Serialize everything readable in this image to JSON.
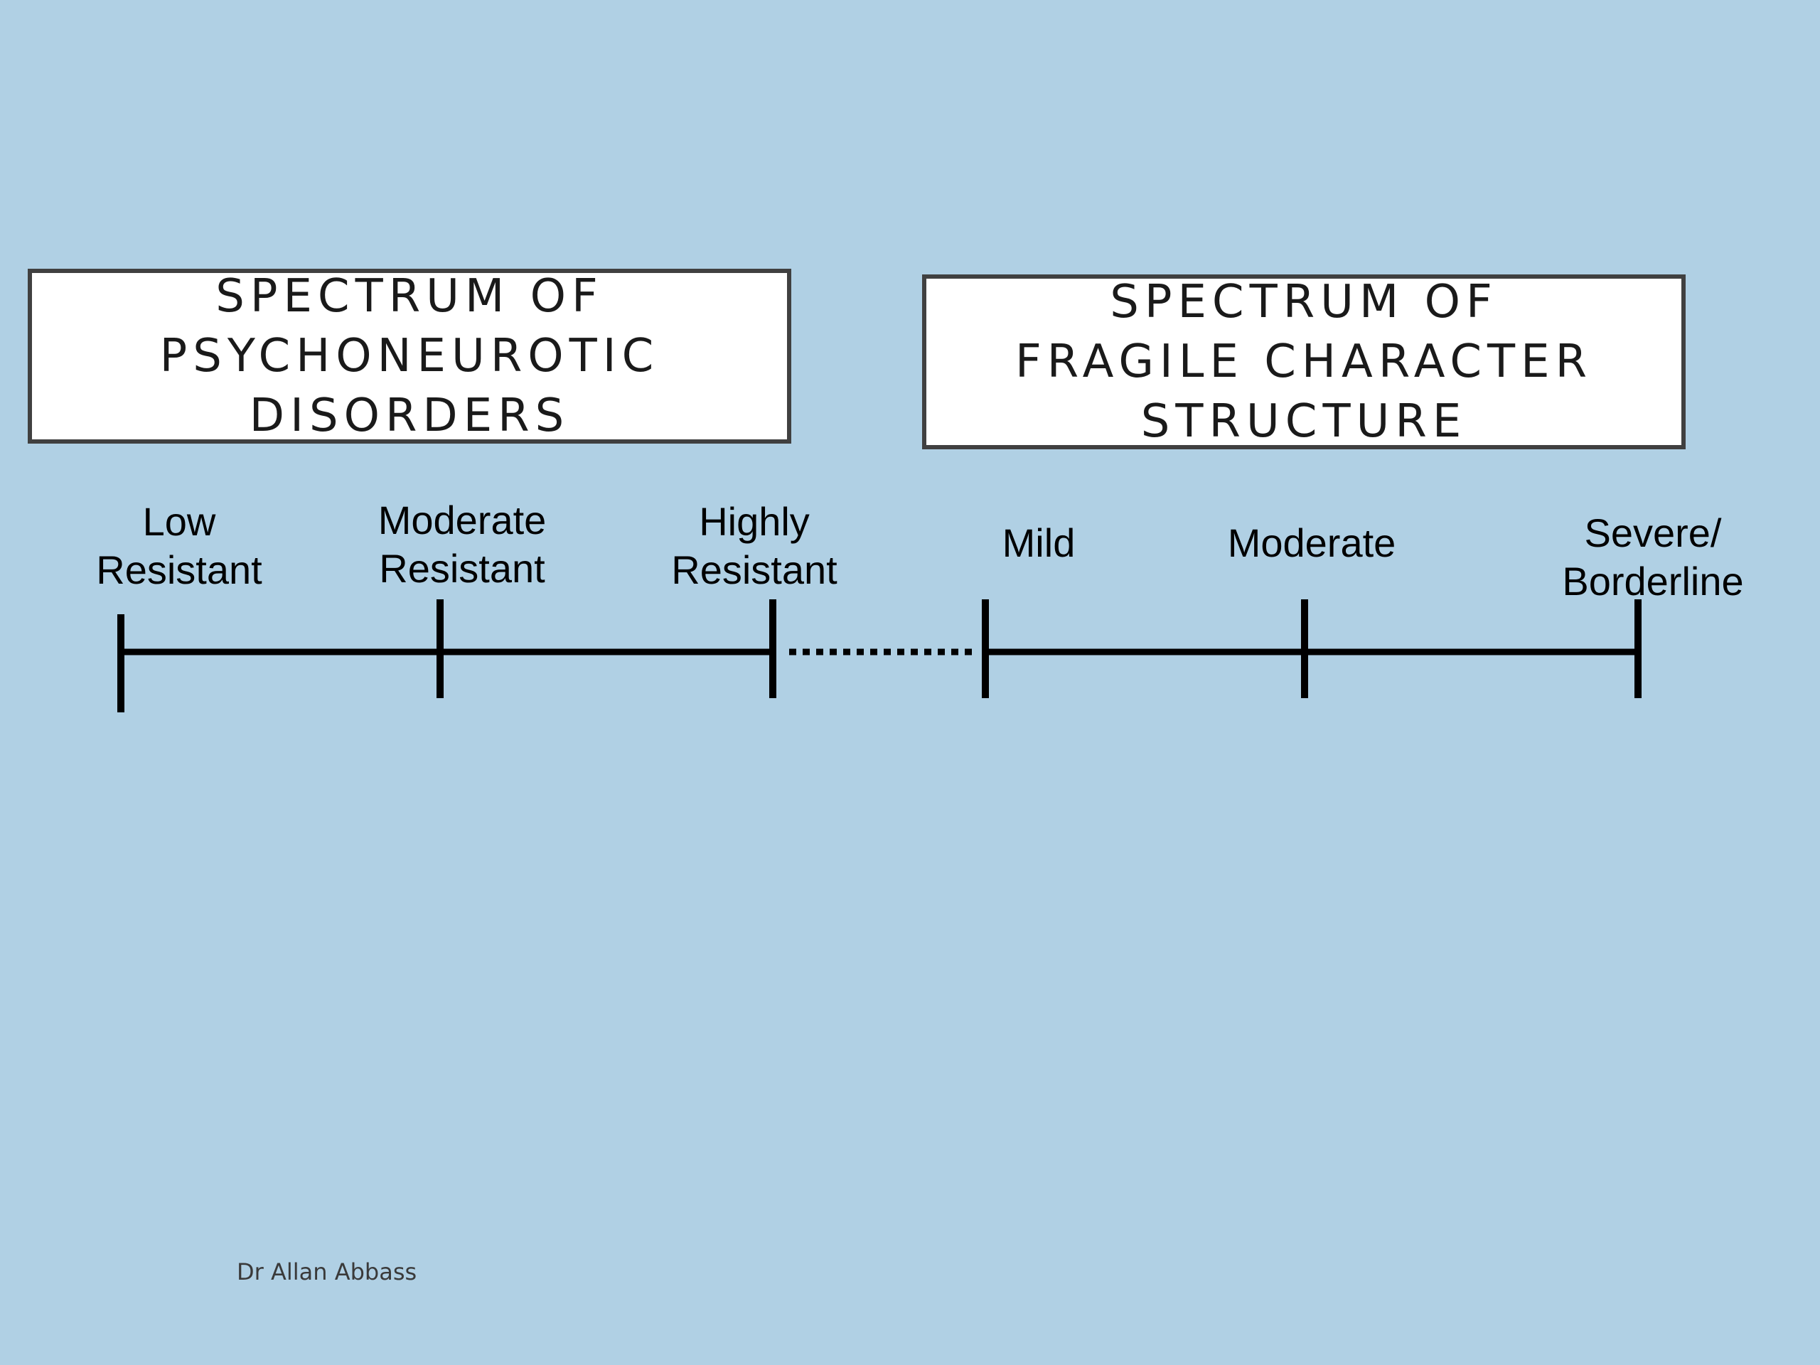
{
  "colors": {
    "background": "#b0d0e4",
    "box_fill": "#ffffff",
    "box_border": "#404040",
    "line": "#000000"
  },
  "boxes": {
    "left": {
      "lines": [
        "SPECTRUM OF",
        "PSYCHONEUROTIC",
        "DISORDERS"
      ]
    },
    "right": {
      "lines": [
        "SPECTRUM OF",
        "FRAGILE CHARACTER",
        "STRUCTURE"
      ]
    }
  },
  "scale_labels": [
    {
      "lines": [
        "Low",
        "Resistant"
      ]
    },
    {
      "lines": [
        "Moderate",
        "Resistant"
      ]
    },
    {
      "lines": [
        "Highly",
        "Resistant"
      ]
    },
    {
      "lines": [
        "Mild"
      ]
    },
    {
      "lines": [
        "Moderate"
      ]
    },
    {
      "lines": [
        "Severe/",
        "Borderline"
      ]
    }
  ],
  "footer": "Dr Allan Abbass"
}
